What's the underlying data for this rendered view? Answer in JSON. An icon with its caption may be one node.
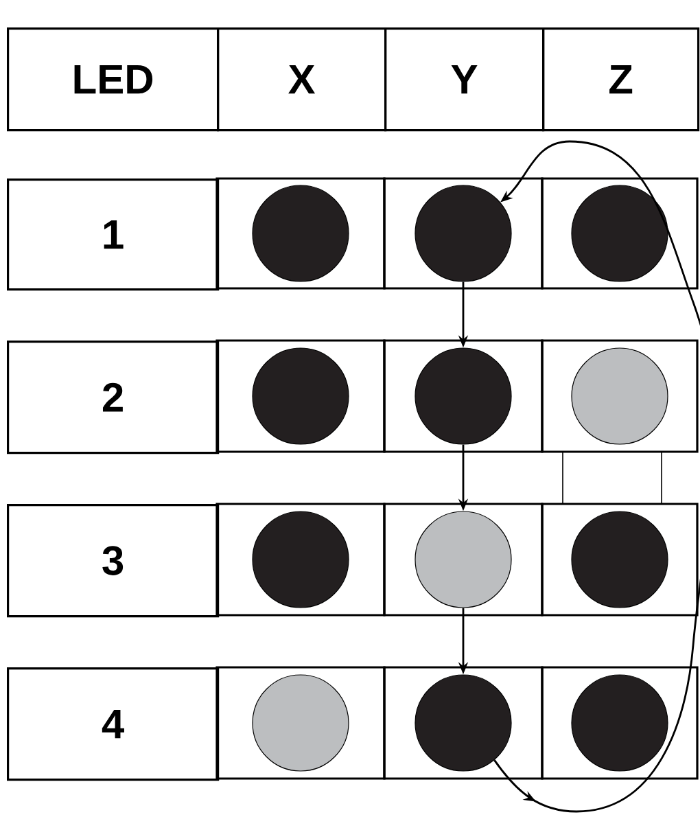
{
  "diagram": {
    "nodes": [
      {
        "text": [],
        "shape": "circle"
      },
      {
        "text": [],
        "shape": "circle"
      },
      {
        "text": [],
        "shape": "circle"
      },
      {
        "text": [],
        "shape": "circle"
      },
      {
        "text": [],
        "shape": "circle"
      },
      {
        "text": [],
        "shape": "circle"
      },
      {
        "text": [],
        "shape": "circle"
      },
      {
        "text": [],
        "shape": "circle"
      },
      {
        "text": [],
        "shape": "circle"
      },
      {
        "text": [],
        "shape": "circle"
      },
      {
        "text": [],
        "shape": "circle"
      },
      {
        "text": [],
        "shape": "circle"
      }
    ],
    "edges": [
      {
        "from": 1,
        "to": 4,
        "arrow": "to"
      },
      {
        "from": 4,
        "to": 7,
        "arrow": "to"
      },
      {
        "from": 7,
        "to": 10,
        "arrow": "to"
      },
      {
        "from": 10,
        "to": 1,
        "arrow": "to"
      }
    ],
    "labels": [
      "LED",
      "X",
      "Y",
      "Z",
      "1",
      "2",
      "3",
      "4"
    ]
  }
}
